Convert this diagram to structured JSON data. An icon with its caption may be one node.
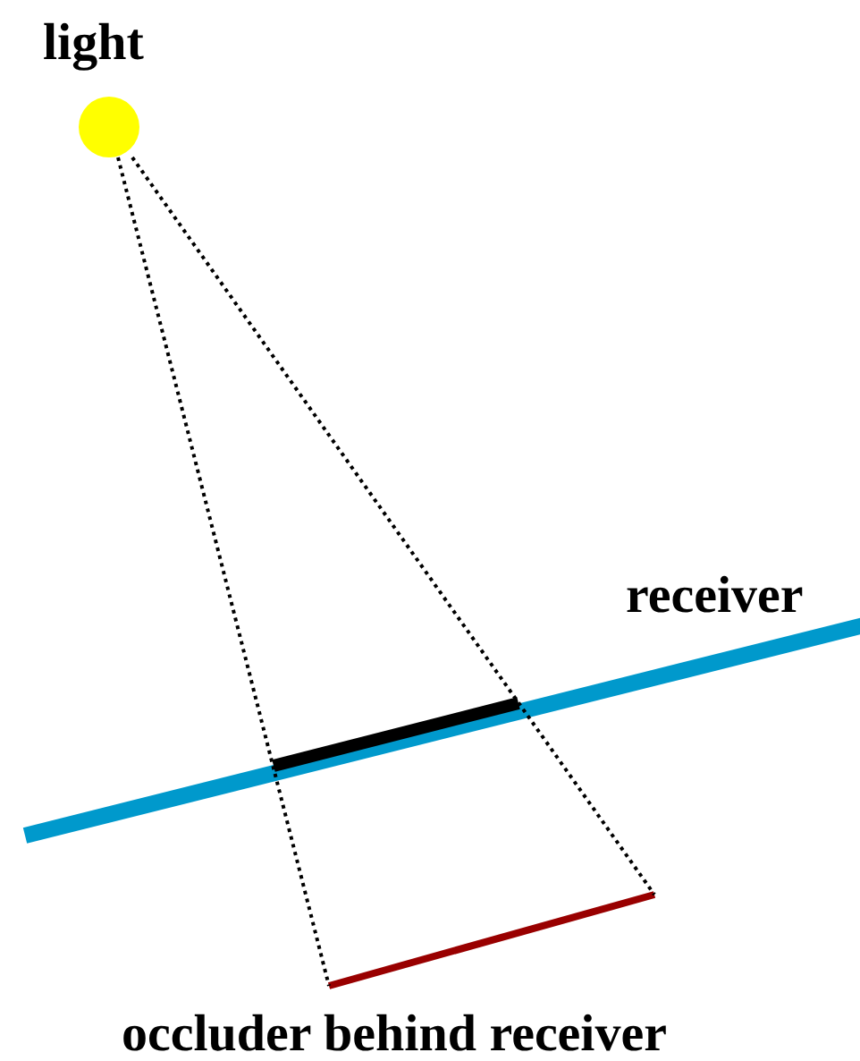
{
  "diagram": {
    "nodes": [
      {
        "text": [
          "light"
        ]
      },
      {
        "text": [
          "occluder behind receiver"
        ]
      }
    ],
    "edges": [
      {
        "from": 0,
        "to": 1,
        "arrow": "none",
        "style": "dashed"
      },
      {
        "from": 0,
        "to": 1,
        "arrow": "none",
        "style": "dashed"
      }
    ],
    "labels": [
      "receiver"
    ]
  }
}
